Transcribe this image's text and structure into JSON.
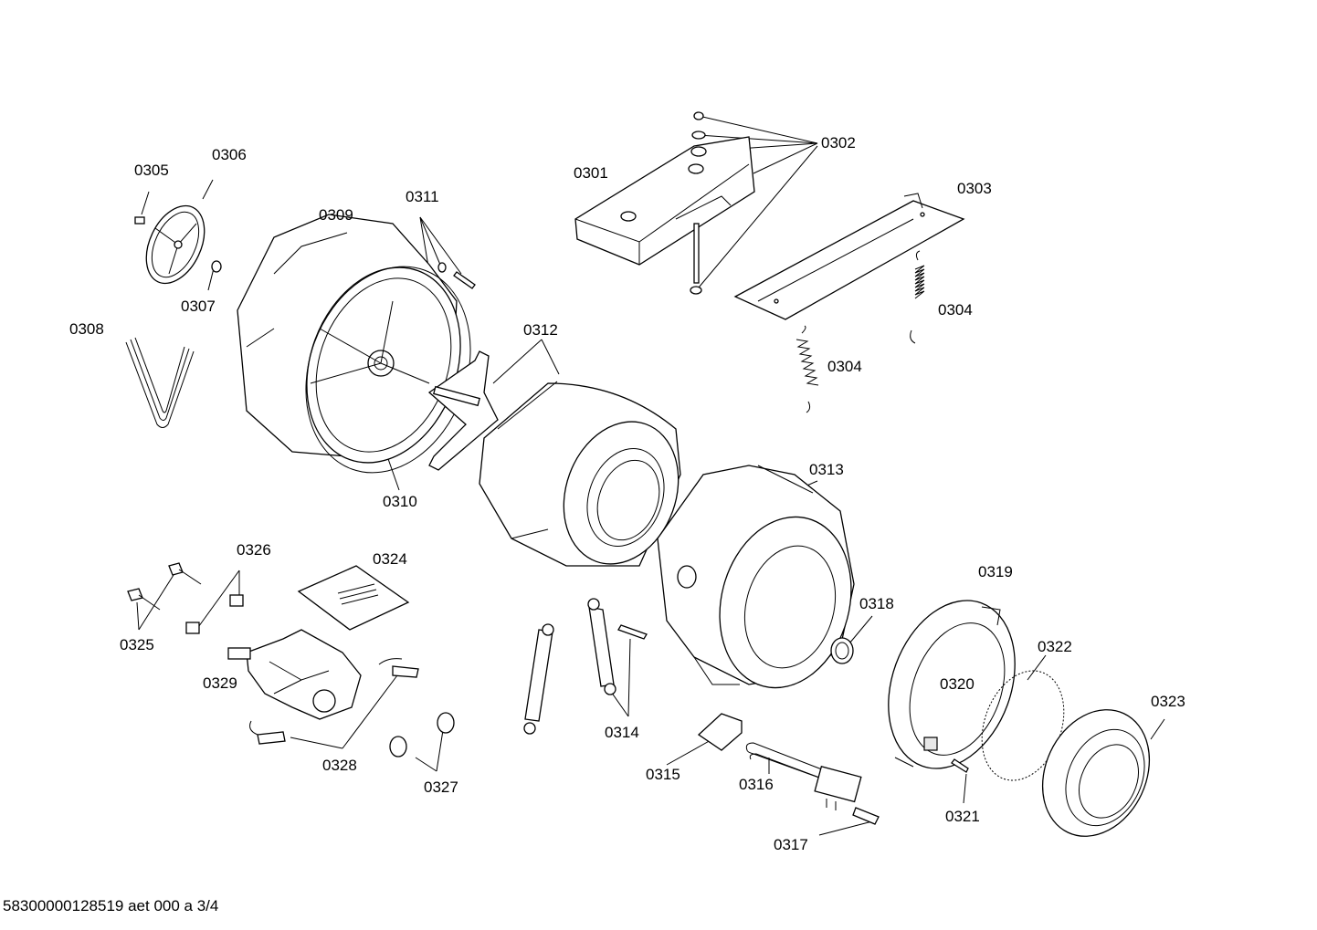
{
  "diagram": {
    "footer": "58300000128519 aet 000 a 3/4",
    "labels": {
      "p0301": "0301",
      "p0302": "0302",
      "p0303": "0303",
      "p0304a": "0304",
      "p0304b": "0304",
      "p0305": "0305",
      "p0306": "0306",
      "p0307": "0307",
      "p0308": "0308",
      "p0309": "0309",
      "p0310": "0310",
      "p0311": "0311",
      "p0312": "0312",
      "p0313": "0313",
      "p0314": "0314",
      "p0315": "0315",
      "p0316": "0316",
      "p0317": "0317",
      "p0318": "0318",
      "p0319": "0319",
      "p0320": "0320",
      "p0321": "0321",
      "p0322": "0322",
      "p0323": "0323",
      "p0324": "0324",
      "p0325": "0325",
      "p0326": "0326",
      "p0327": "0327",
      "p0328": "0328",
      "p0329": "0329"
    }
  }
}
